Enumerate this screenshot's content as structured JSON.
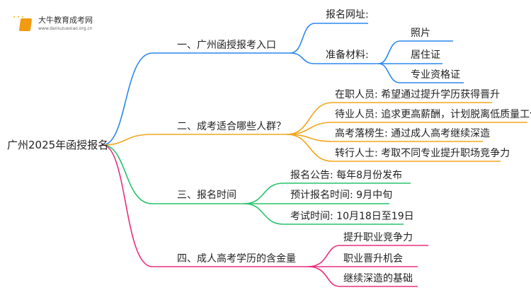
{
  "logo": {
    "name": "大牛教育成考网",
    "url": "www.daniuzuexiao.org.cn"
  },
  "root": "广州2025年函授报名",
  "colors": {
    "b1": "#2b87f0",
    "b2": "#f4a51c",
    "b3": "#27c46a",
    "b4": "#ea2f7c"
  },
  "branches": [
    {
      "label": "一、广州函授报考入口",
      "children": [
        {
          "label": "报名网址:"
        },
        {
          "label": "准备材料:",
          "children": [
            "照片",
            "居住证",
            "专业资格证"
          ]
        }
      ]
    },
    {
      "label": "二、成考适合哪些人群？",
      "children": [
        "在职人员: 希望通过提升学历获得晋升",
        "待业人员: 追求更高薪酬，计划脱离低质量工作",
        "高考落榜生: 通过成人高考继续深造",
        "转行人士: 考取不同专业提升职场竞争力"
      ]
    },
    {
      "label": "三、报名时间",
      "children": [
        "报名公告: 每年8月份发布",
        "预计报名时间: 9月中旬",
        "考试时间: 10月18日至19日"
      ]
    },
    {
      "label": "四、成人高考学历的含金量",
      "children": [
        "提升职业竞争力",
        "职业晋升机会",
        "继续深造的基础"
      ]
    }
  ]
}
